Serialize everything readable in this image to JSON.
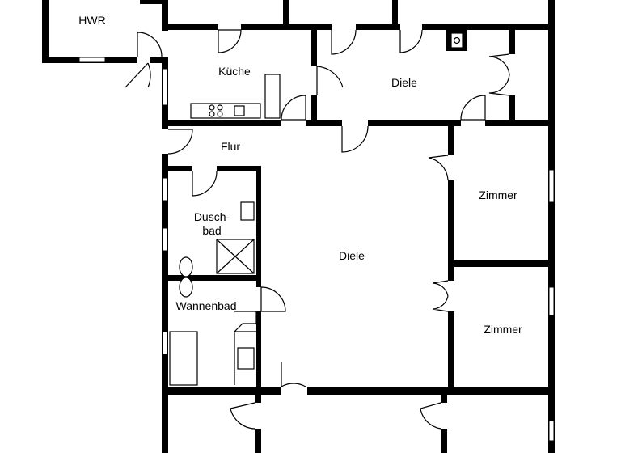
{
  "rooms": {
    "hwr": "HWR",
    "kueche": "Küche",
    "diele_top": "Diele",
    "flur": "Flur",
    "zimmer_upper": "Zimmer",
    "duschbad_line1": "Dusch-",
    "duschbad_line2": "bad",
    "diele_main": "Diele",
    "wannenbad": "Wannenbad",
    "zimmer_lower": "Zimmer"
  }
}
